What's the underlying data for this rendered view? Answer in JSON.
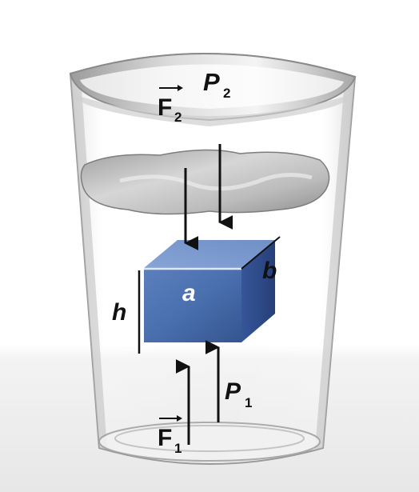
{
  "labels": {
    "force_top": "F",
    "force_top_sub": "2",
    "pressure_top": "P",
    "pressure_top_sub": "2",
    "force_bottom": "F",
    "force_bottom_sub": "1",
    "pressure_bottom": "P",
    "pressure_bottom_sub": "1",
    "width": "a",
    "depth": "b",
    "height": "h"
  },
  "colors": {
    "cube_front": "#4a6fae",
    "cube_top": "#7f9dd0",
    "cube_side": "#2f4f8d",
    "arrow": "#111111",
    "floor": "#ededed"
  }
}
